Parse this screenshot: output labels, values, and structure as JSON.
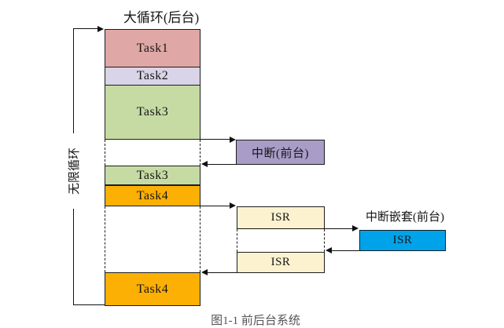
{
  "diagram": {
    "title": "大循环(后台)",
    "loop_label": "无限循环",
    "caption_fragment": "图1-1 前后台系统",
    "colors": {
      "task1": "#dfa8a6",
      "task2": "#d9d4e8",
      "task3": "#c6dba4",
      "task4": "#fcb004",
      "interrupt": "#a99cc7",
      "isr": "#fcf2d0",
      "isr_nested": "#00a3e9"
    },
    "stack": {
      "segments": [
        {
          "label": "Task1",
          "color_key": "task1"
        },
        {
          "label": "Task2",
          "color_key": "task2"
        },
        {
          "label": "Task3",
          "color_key": "task3"
        },
        {
          "label": "Task3",
          "color_key": "task3"
        },
        {
          "label": "Task4",
          "color_key": "task4"
        },
        {
          "label": "Task4",
          "color_key": "task4"
        }
      ]
    },
    "foreground": {
      "interrupt_label": "中断(前台)",
      "isr_label_1": "ISR",
      "isr_label_2": "ISR",
      "nested_title": "中断嵌套(前台)",
      "nested_isr_label": "ISR"
    }
  }
}
